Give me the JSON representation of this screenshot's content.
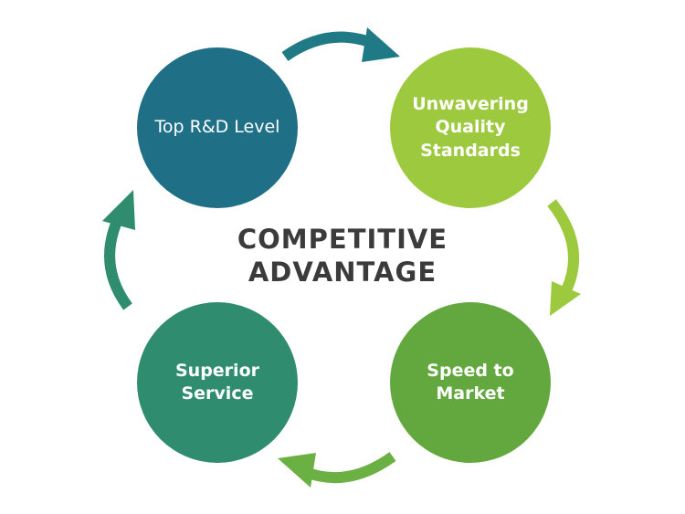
{
  "diagram": {
    "center": {
      "line1": "COMPETITIVE",
      "line2": "ADVANTAGE"
    },
    "nodes": [
      {
        "id": "rd",
        "label": "Top R&D Level",
        "color": "#1f6f86"
      },
      {
        "id": "quality",
        "label": "Unwavering\nQuality\nStandards",
        "color": "#9dc93f"
      },
      {
        "id": "speed",
        "label": "Speed to\nMarket",
        "color": "#62a83e"
      },
      {
        "id": "service",
        "label": "Superior\nService",
        "color": "#2f8c6e"
      }
    ],
    "arrows": [
      {
        "from": "rd",
        "to": "quality",
        "color": "#1f7a86"
      },
      {
        "from": "quality",
        "to": "speed",
        "color": "#9dc93f"
      },
      {
        "from": "speed",
        "to": "service",
        "color": "#6bb043"
      },
      {
        "from": "service",
        "to": "rd",
        "color": "#2f8c6e"
      }
    ]
  }
}
